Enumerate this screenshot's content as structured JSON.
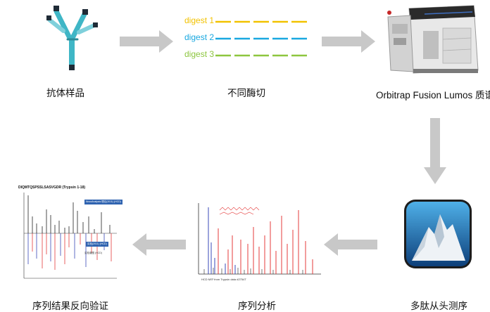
{
  "steps": [
    {
      "label": "抗体样品"
    },
    {
      "label": "不同酶切"
    },
    {
      "label": "Orbitrap Fusion Lumos 质谱仪"
    },
    {
      "label": "多肽从头测序"
    },
    {
      "label": "序列分析"
    },
    {
      "label": "序列结果反向验证"
    }
  ],
  "digests": [
    {
      "name": "digest 1",
      "color": "#f2c200"
    },
    {
      "name": "digest 2",
      "color": "#19a8e0"
    },
    {
      "name": "digest 3",
      "color": "#8dc63f"
    }
  ],
  "colors": {
    "antibody": "#3fb6c6",
    "arrow": "#c8c8c8",
    "spectrum_peak_red": "#e43b3b",
    "spectrum_peak_blue": "#3a48b8"
  },
  "icons": {
    "antibody": "antibody-icon",
    "mass_spec": "mass-spectrometer-icon",
    "denovo": "mountain-peak-app-icon"
  },
  "spectrum_panel": {
    "caption": "HCD MS² from Trypsin data #2754T"
  },
  "validation_panel": {
    "title": "DIQMTQSPSSLSASVGDR (Trypsin 1-18)",
    "badge_top": "NovoAnalysis 理论(2011) (HCD)",
    "badge_bottom": "实验(2011) (HCD)",
    "mirror_label": "实验谱图 (HCD)"
  }
}
